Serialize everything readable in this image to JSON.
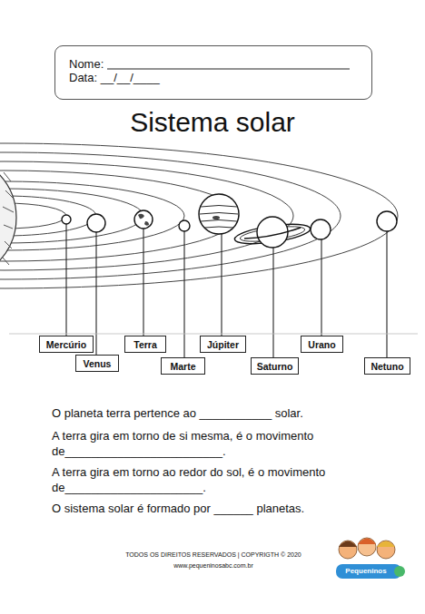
{
  "diagram": {
    "title": "Sistema solar",
    "nodes": [
      {
        "text": [
          "Nome:",
          "Data: __/__/____"
        ]
      },
      {
        "text": [
          "Mercúrio"
        ]
      },
      {
        "text": [
          "Venus"
        ]
      },
      {
        "text": [
          "Terra"
        ]
      },
      {
        "text": [
          "Marte"
        ]
      },
      {
        "text": [
          "Júpiter"
        ]
      },
      {
        "text": [
          "Saturno"
        ]
      },
      {
        "text": [
          "Urano"
        ]
      },
      {
        "text": [
          "Netuno"
        ]
      }
    ],
    "labels": [
      "O planeta terra pertence ao ___________ solar.",
      "A terra gira em torno de si mesma, é o movimento de________________________.",
      "A terra gira em torno ao redor do sol, é o movimento de_____________________.",
      "O sistema solar é formado por ______ planetas.",
      "TODOS OS DIREITOS RESERVADOS | COPYRIGTH © 2020",
      "www.pequeninosabc.com.br",
      "Pequeninos"
    ]
  }
}
